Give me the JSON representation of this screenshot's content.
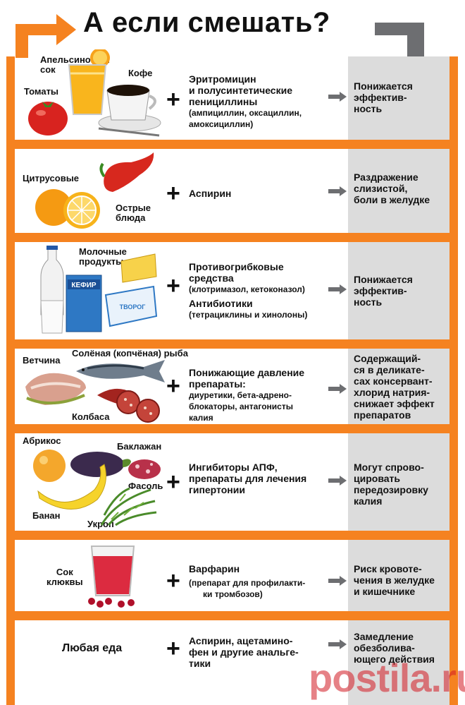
{
  "title": "А если смешать?",
  "colors": {
    "orange": "#f58220",
    "grey": "#dcdcdc",
    "arrow": "#6d6e71",
    "watermark": "#d31b24"
  },
  "rows": [
    {
      "foods": [
        "Апельсиновый сок",
        "Кофе",
        "Томаты"
      ],
      "food_lines": {
        "juice1": "Апельсиновый",
        "juice2": "сок"
      },
      "drug": [
        "Эритромицин",
        "и полусинтетические",
        "пенициллины"
      ],
      "drug_note": "(ампициллин, оксациллин, амоксициллин)",
      "drug_note_lines": [
        "(ампициллин, оксациллин,",
        "амоксициллин)"
      ],
      "effect": [
        "Понижается",
        "эффектив-",
        "ность"
      ]
    },
    {
      "foods": [
        "Цитрусовые",
        "Острые блюда"
      ],
      "spicy_lines": [
        "Острые",
        "блюда"
      ],
      "drug": [
        "Аспирин"
      ],
      "effect": [
        "Раздражение",
        "слизистой,",
        "боли в желудке"
      ]
    },
    {
      "foods": [
        "Молочные продукты"
      ],
      "dairy_lines": [
        "Молочные",
        "продукты"
      ],
      "kefir_label": "КЕФИР",
      "tvorog_label": "ТВОРОГ",
      "drug": [
        "Противогрибковые",
        "средства"
      ],
      "drug_note": "(клотримазол, кетоконазол)",
      "drug2": "Антибиотики",
      "drug2_note": "(тетрациклины и хинолоны)",
      "effect": [
        "Понижается",
        "эффектив-",
        "ность"
      ]
    },
    {
      "foods": [
        "Ветчина",
        "Солёная (копчёная) рыба",
        "Колбаса"
      ],
      "drug": [
        "Понижающие давление",
        "препараты:"
      ],
      "drug_note_lines": [
        "диуретики, бета-адрено-",
        "блокаторы, антагонисты",
        "калия"
      ],
      "effect": [
        "Содержащий-",
        "ся в деликате-",
        "сах консервант-",
        "хлорид натрия-",
        "снижает эффект",
        "препаратов"
      ]
    },
    {
      "foods": [
        "Абрикос",
        "Баклажан",
        "Фасоль",
        "Банан",
        "Укроп"
      ],
      "drug": [
        "Ингибиторы АПФ,",
        "препараты для лечения",
        "гипертонии"
      ],
      "effect": [
        "Могут спрово-",
        "цировать",
        "передозировку",
        "калия"
      ]
    },
    {
      "foods": [
        "Сок клюквы"
      ],
      "juice_lines": [
        "Сок",
        "клюквы"
      ],
      "drug": [
        "Варфарин"
      ],
      "drug_note_lines": [
        "(препарат для профилакти-",
        "ки тромбозов)"
      ],
      "effect": [
        "Риск кровоте-",
        "чения в желудке",
        "и кишечнике"
      ]
    },
    {
      "foods": [
        "Любая еда"
      ],
      "drug": [
        "Аспирин, ацетамино-",
        "фен и другие анальге-",
        "тики"
      ],
      "effect": [
        "Замедление",
        "обезболива-",
        "ющего действия"
      ]
    }
  ],
  "watermark": "postila.ru"
}
